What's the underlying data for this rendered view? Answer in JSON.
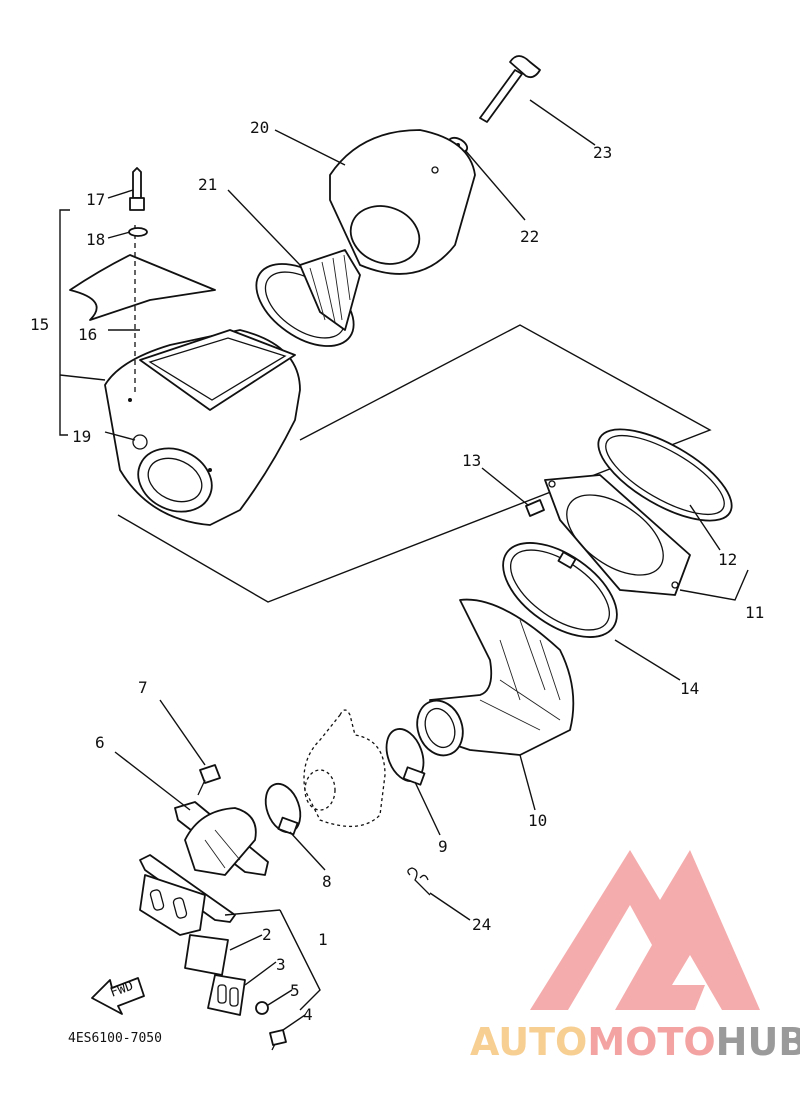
{
  "diagram": {
    "callouts": {
      "c1": "1",
      "c2": "2",
      "c3": "3",
      "c4": "4",
      "c5": "5",
      "c6": "6",
      "c7": "7",
      "c8": "8",
      "c9": "9",
      "c10": "10",
      "c11": "11",
      "c12": "12",
      "c13": "13",
      "c14": "14",
      "c15": "15",
      "c16": "16",
      "c17": "17",
      "c18": "18",
      "c19": "19",
      "c20": "20",
      "c21": "21",
      "c22": "22",
      "c23": "23",
      "c24": "24"
    },
    "fwd_label": "FWD",
    "part_code": "4ES6100-7050"
  },
  "watermark": {
    "brand_part1": "AUTO",
    "brand_part2": "MOTO",
    "brand_part3": "HUB",
    "colors": {
      "triangle": "#f4a3a3",
      "auto": "#f7cf93",
      "moto": "#f4a3a3",
      "hub": "#9a9a9a"
    }
  }
}
